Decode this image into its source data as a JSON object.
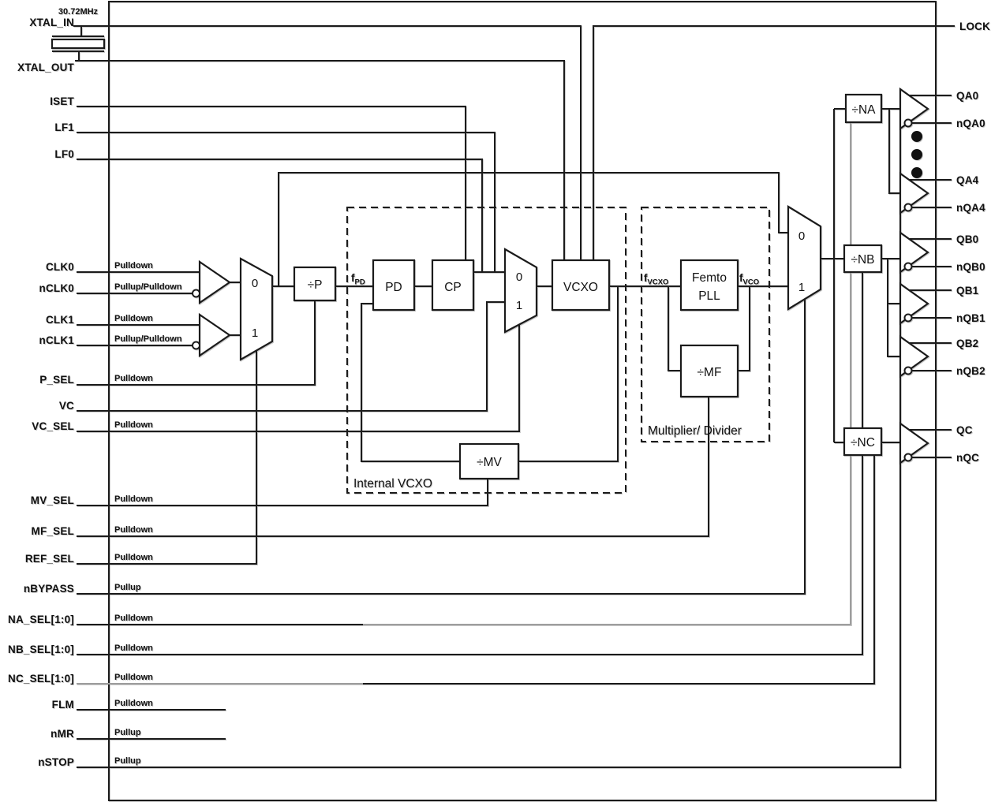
{
  "diagram": {
    "crystal_freq": "30.72MHz",
    "left_pins": [
      {
        "name": "XTAL_IN",
        "pull": ""
      },
      {
        "name": "XTAL_OUT",
        "pull": ""
      },
      {
        "name": "ISET",
        "pull": ""
      },
      {
        "name": "LF1",
        "pull": ""
      },
      {
        "name": "LF0",
        "pull": ""
      },
      {
        "name": "CLK0",
        "pull": "Pulldown"
      },
      {
        "name": "nCLK0",
        "pull": "Pullup/Pulldown"
      },
      {
        "name": "CLK1",
        "pull": "Pulldown"
      },
      {
        "name": "nCLK1",
        "pull": "Pullup/Pulldown"
      },
      {
        "name": "P_SEL",
        "pull": "Pulldown"
      },
      {
        "name": "VC",
        "pull": ""
      },
      {
        "name": "VC_SEL",
        "pull": "Pulldown"
      },
      {
        "name": "MV_SEL",
        "pull": "Pulldown"
      },
      {
        "name": "MF_SEL",
        "pull": "Pulldown"
      },
      {
        "name": "REF_SEL",
        "pull": "Pulldown"
      },
      {
        "name": "nBYPASS",
        "pull": "Pullup"
      },
      {
        "name": "NA_SEL[1:0]",
        "pull": "Pulldown"
      },
      {
        "name": "NB_SEL[1:0]",
        "pull": "Pulldown"
      },
      {
        "name": "NC_SEL[1:0]",
        "pull": "Pulldown"
      },
      {
        "name": "FLM",
        "pull": "Pulldown"
      },
      {
        "name": "nMR",
        "pull": "Pullup"
      },
      {
        "name": "nSTOP",
        "pull": "Pullup"
      }
    ],
    "right_pins": [
      "LOCK",
      "QA0",
      "nQA0",
      "QA4",
      "nQA4",
      "QB0",
      "nQB0",
      "QB1",
      "nQB1",
      "QB2",
      "nQB2",
      "QC",
      "nQC"
    ],
    "blocks": {
      "div_p": "÷P",
      "pd": "PD",
      "cp": "CP",
      "vcxo": "VCXO",
      "femto_line1": "Femto",
      "femto_line2": "PLL",
      "div_mf": "÷MF",
      "div_mv": "÷MV",
      "div_na": "÷NA",
      "div_nb": "÷NB",
      "div_nc": "÷NC"
    },
    "mux_labels": {
      "zero": "0",
      "one": "1"
    },
    "signals": {
      "fpd_base": "f",
      "fpd_sub": "PD",
      "fvcxo_base": "f",
      "fvcxo_sub": "VCXO",
      "fvco_base": "f",
      "fvco_sub": "VCO"
    },
    "regions": {
      "internal_vcxo": "Internal VCXO",
      "mult_div": "Multiplier/ Divider"
    },
    "colors": {
      "line": "#1b1b1b",
      "gray_line": "#9e9e9e",
      "background": "#ffffff"
    }
  }
}
